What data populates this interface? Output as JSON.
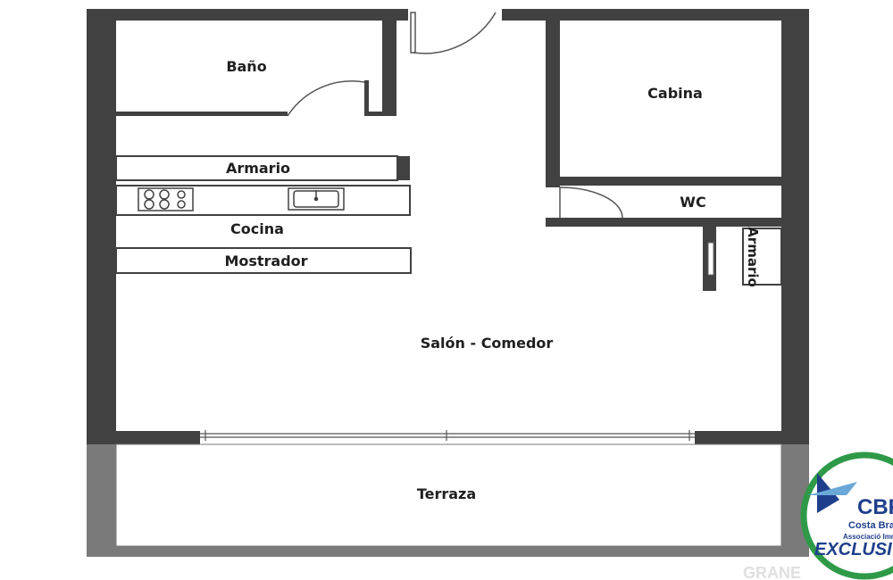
{
  "rooms": {
    "bano": "Baño",
    "cabina": "Cabina",
    "armario_cocina": "Armario",
    "wc": "WC",
    "cocina": "Cocina",
    "mostrador": "Mostrador",
    "armario_vertical": "Armario",
    "salon": "Salón - Comedor",
    "terraza": "Terraza"
  },
  "logo": {
    "name": "CBR",
    "line1": "Costa Bra",
    "line2": "Associació Immobi",
    "badge": "EXCLUSI",
    "colors": {
      "green": "#2e9a48",
      "blue": "#1f3f8c"
    }
  },
  "watermark": "GRANE",
  "colors": {
    "wall": "#414141",
    "wall_light": "#7a7a7a"
  }
}
